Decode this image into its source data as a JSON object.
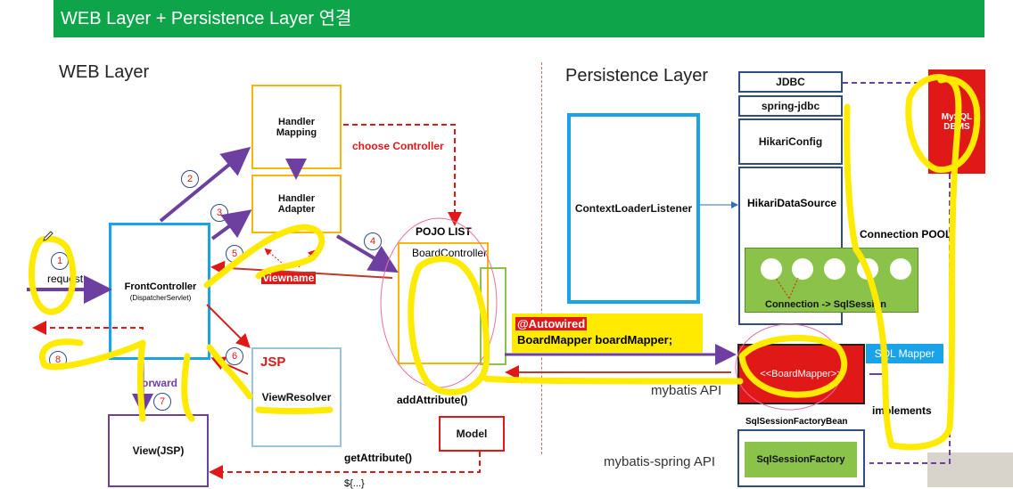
{
  "title": "WEB Layer + Persistence Layer 연결",
  "sections": {
    "web": "WEB Layer",
    "persistence": "Persistence Layer"
  },
  "web": {
    "handler_mapping": "Handler\nMapping",
    "handler_adapter": "Handler\nAdapter",
    "choose_controller": "choose Controller",
    "front_controller": "FrontController",
    "dispatcher_servlet": "(DispatcherServlet)",
    "request": "request",
    "pojo_list": "POJO LIST",
    "board_controller": "BoardController",
    "viewname": "viewname",
    "jsp": "JSP",
    "view_resolver": "ViewResolver",
    "forward": "forward",
    "view_jsp": "View(JSP)",
    "add_attribute": "addAttribute()",
    "get_attribute": "getAttribute()",
    "model": "Model",
    "el": "${...}",
    "steps": [
      "1",
      "2",
      "3",
      "4",
      "5",
      "6",
      "7",
      "8"
    ]
  },
  "persistence": {
    "context_loader_listener": "ContextLoaderListener",
    "jdbc": "JDBC",
    "spring_jdbc": "spring-jdbc",
    "hikari_config": "HikariConfig",
    "hikari_datasource": "HikariDataSource",
    "connection_pool": "Connection POOL",
    "connection_sqlsession": "Connection -> SqlSession",
    "mysql": "MySQL\nDBMS",
    "autowired": "@Autowired",
    "board_mapper_decl": "BoardMapper boardMapper;",
    "board_mapper": "<<BoardMapper>>",
    "sql_mapper": "SQL Mapper",
    "mybatis_api": "mybatis API",
    "implements": "implements",
    "sqlsession_factory_bean": "SqlSessionFactoryBean",
    "mybatis_spring_api": "mybatis-spring API",
    "sqlsession_factory": "SqlSessionFactory"
  },
  "colors": {
    "green": "#0ea44a",
    "orange": "#f6b60c",
    "blue": "#1aa3e8",
    "navy": "#2f4d80",
    "purple": "#6c3fa0",
    "red": "#e01818",
    "pool_green": "#8bc34a",
    "highlight": "#ffea00"
  }
}
